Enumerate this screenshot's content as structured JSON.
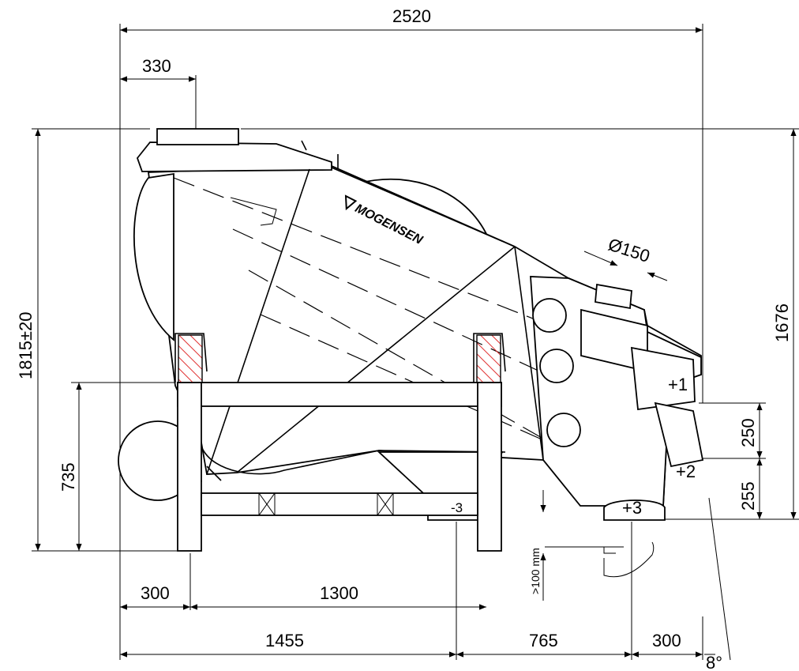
{
  "dimensions": {
    "overall_width": "2520",
    "top_offset": "330",
    "inlet_diameter": "Ø150",
    "total_height": "1815±20",
    "right_height": "1676",
    "frame_height": "735",
    "outlet_rise": "250",
    "outlet_drop": "255",
    "leg_offset": "300",
    "leg_span": "1300",
    "bottom_left": "1455",
    "bottom_mid": "765",
    "bottom_right": "300",
    "clearance": ">100 mm",
    "angle": "8°"
  },
  "outlets": {
    "plus1": "+1",
    "plus2": "+2",
    "plus3": "+3",
    "minus3": "-3"
  },
  "brand": "MOGENSEN",
  "colors": {
    "hatch": "#e03030",
    "line": "#000000",
    "background": "#ffffff"
  }
}
